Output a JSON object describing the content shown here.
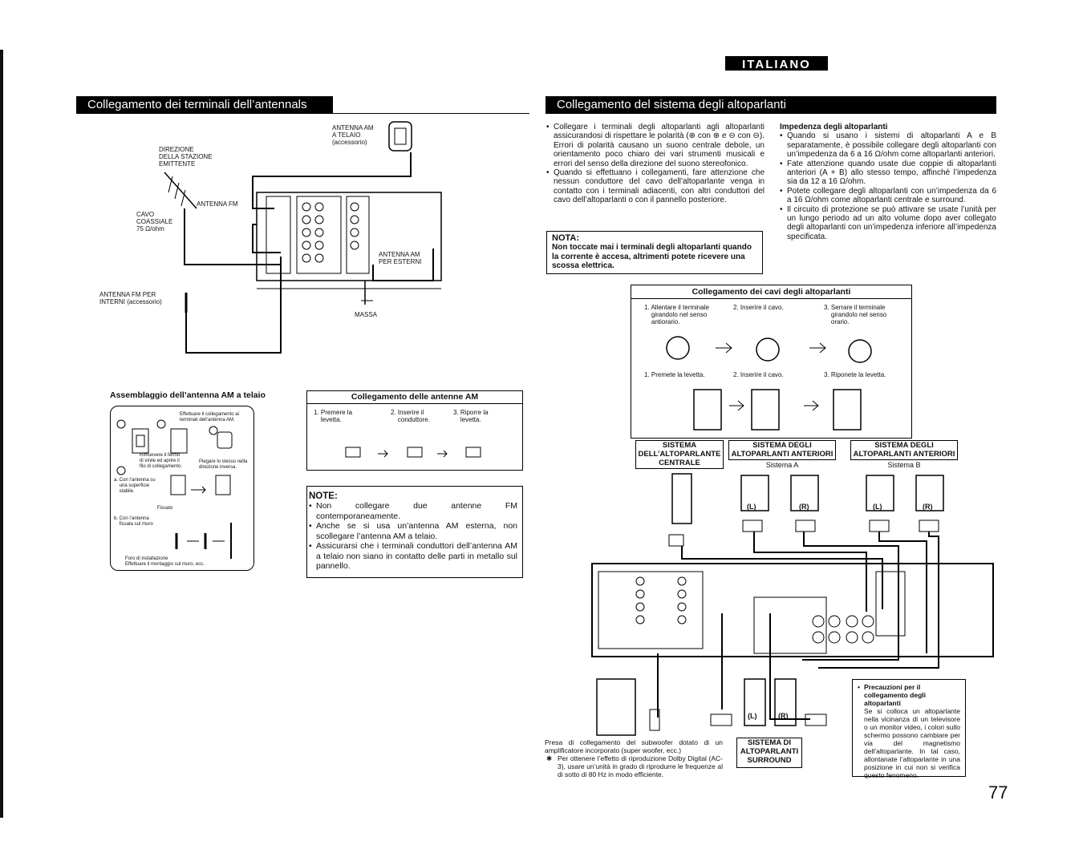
{
  "header": {
    "language": "ITALIANO"
  },
  "page_number": "77",
  "left_section": {
    "title": "Collegamento dei terminali dell’antennals",
    "diagram_labels": {
      "antenna_am_telaio": "ANTENNA AM\nA TELAIO\n(accessorio)",
      "direzione": "DIREZIONE\nDELLA STAZIONE\nEMITTENTE",
      "antenna_fm": "ANTENNA FM",
      "cavo_coassiale": "CAVO\nCOASSIALE\n75 Ω/ohm",
      "antenna_am_esterni": "ANTENNA AM\nPER ESTERNI",
      "antenna_fm_interni": "ANTENNA FM PER\nINTERNI (accessorio)",
      "massa": "MASSA"
    },
    "am_assembly": {
      "title": "Assemblaggio dell’antenna AM a telaio",
      "step_connect": "Effettuare il collegamento ai\nterminali dell’antenna AM.",
      "remove_label": "Rimuovere il fermo\ndi vinile ed aprire il\nfilo di collegamento.",
      "bend_label": "Piegare lo stesso nella\ndirezione inversa.",
      "option_a": "a. Con l’antenna su\n    una superficie\n    stabile.",
      "fissato": "Fissato",
      "option_b": "b. Con l’antenna\n    fissata sul muro",
      "foro": "Foro di installazione\nEffettuare il montaggio sul muro, ecc."
    },
    "am_connection": {
      "title": "Collegamento delle antenne AM",
      "step1": "1. Premere la\n    levetta.",
      "step2": "2. Inserire il\n    conduttore.",
      "step3": "3. Riporre la\n    levetta."
    },
    "note": {
      "title": "NOTE:",
      "items": [
        "Non collegare due antenne FM contemporaneamente.",
        "Anche se si usa un’antenna AM esterna, non scollegare l’antenna AM a telaio.",
        "Assicurarsi che i terminali conduttori dell’antenna AM a telaio non siano in contatto delle parti in metallo sul pannello."
      ]
    }
  },
  "right_section": {
    "title": "Collegamento del sistema degli altoparlanti",
    "bullets": [
      "Collegare i terminali degli altoparlanti agli altoparlanti assicurandosi di rispettare le polarità (⊕ con ⊕ e ⊖ con ⊖). Errori di polarità causano un suono centrale debole, un orientamento poco chiaro dei vari strumenti musicali e errori del senso della direzione del suono stereofonico.",
      "Quando si effettuano i collegamenti, fare attenzione che nessun conduttore del cavo dell’altoparlante venga in contatto con i terminali adiacenti, con altri conduttori del cavo dell’altoparlanti o con il pannello posteriore."
    ],
    "nota": {
      "title": "NOTA:",
      "text": "Non toccate mai i terminali degli altoparlanti quando la corrente è accesa, altrimenti potete ricevere una scossa elettrica."
    },
    "impedance": {
      "title": "Impedenza degli altoparlanti",
      "items": [
        "Quando si usano i sistemi di altoparlanti A e B separatamente, è possibile collegare degli altoparlanti con un’impedenza da 6 a 16 Ω/ohm come altoparlanti anteriori.",
        "Fate attenzione quando usate due coppie di altoparlanti anteriori (A + B) allo stesso tempo, affinché l’impedenza sia da 12 a 16 Ω/ohm.",
        "Potete collegare degli altoparlanti con un’impedenza da 6 a 16 Ω/ohm come altoparlanti centrale e surround.",
        "Il circuito di protezione se può attivare se usate l’unità per un lungo periodo ad un alto volume dopo aver collegato degli altoparlanti con un’impedenza inferiore all’impedenza specificata."
      ]
    },
    "cable_box": {
      "title": "Collegamento dei cavi degli altoparlanti",
      "row1": [
        "1. Allentare il terminale\n    girandolo nel senso\n    antiorario.",
        "2. Inserire il cavo.",
        "3. Serrare il terminale\n    girandolo nel senso\n    orario."
      ],
      "row2": [
        "1. Premete la levetta.",
        "2. Inserire il cavo.",
        "3. Riponete la levetta."
      ]
    },
    "speaker_labels": {
      "centrale": "SISTEMA\nDELL’ALTOPARLANTE\nCENTRALE",
      "anteriori": "SISTEMA DEGLI\nALTOPARLANTI ANTERIORI",
      "system_a": "Sistema A",
      "anteriori_b": "SISTEMA DEGLI\nALTOPARLANTI ANTERIORI",
      "system_b": "Sistema B",
      "surround": "SISTEMA DI\nALTOPARLANTI\nSURROUND",
      "L": "(L)",
      "R": "(R)"
    },
    "subwoofer_note": {
      "text": "Presa di collegamento del subwoofer dotato di un amplificatore incorporato (super woofer, ecc.)",
      "star": "Per ottenere l’effetto di riproduzione Dolby Digital (AC-3), usare un’unità in grado di riprodurre le frequenze al di sotto di 80 Hz in modo efficiente."
    },
    "precautions": {
      "title": "Precauzioni per il collegamento degli altoparlanti",
      "text": "Se si colloca un altoparlante nella vicinanza di un televisore o un monitor video, i colori sullo schermo possono cambiare per via del magnetismo dell’altoparlante. In tal caso, allontanate l’altoparlante in una posizione in cui non si verifica questo fenomeno."
    }
  }
}
